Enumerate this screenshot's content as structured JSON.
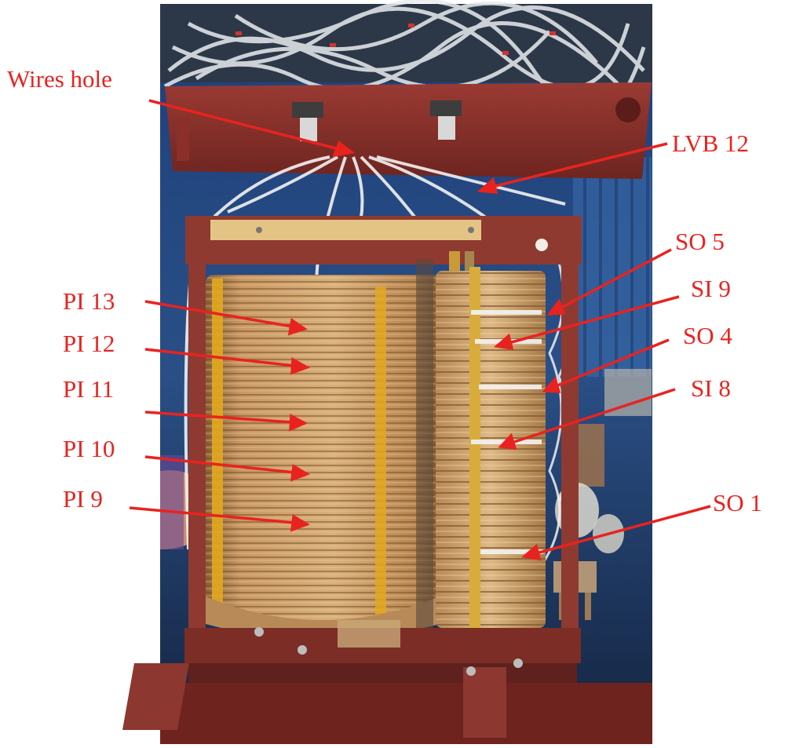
{
  "figure": {
    "subject": "transformer-core-with-windings",
    "label_color": "#e8231f"
  },
  "labels": {
    "wires_hole": "Wires hole",
    "lvb_12": "LVB 12",
    "so_5": "SO 5",
    "si_9": "SI 9",
    "so_4": "SO 4",
    "si_8": "SI 8",
    "so_1": "SO 1",
    "pi_13": "PI 13",
    "pi_12": "PI 12",
    "pi_11": "PI 11",
    "pi_10": "PI 10",
    "pi_9": "PI 9"
  }
}
